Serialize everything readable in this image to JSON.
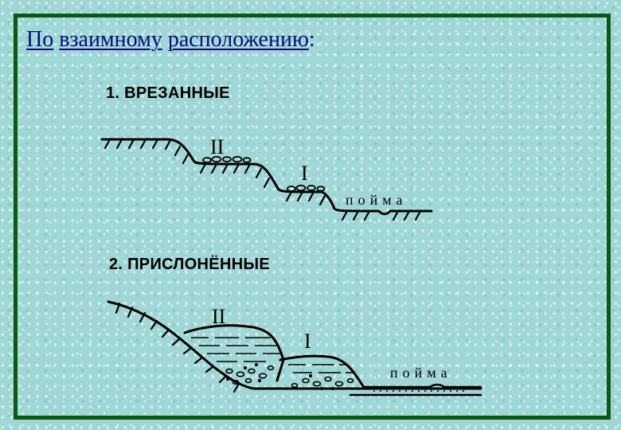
{
  "title": {
    "word_1": "По",
    "word_2": "взаимному",
    "word_3": "расположению",
    "colon": ":"
  },
  "section_1": {
    "heading": "1. ВРЕЗАННЫЕ",
    "terrace_high": "II",
    "terrace_low": "I",
    "floodplain": "пойма"
  },
  "section_2": {
    "heading": "2. ПРИСЛОНЁННЫЕ",
    "terrace_high": "II",
    "terrace_low": "I",
    "floodplain": "пойма"
  },
  "colors": {
    "background": "#9fd6d6",
    "frame": "#0a5a12",
    "title": "#0b0c7a"
  }
}
